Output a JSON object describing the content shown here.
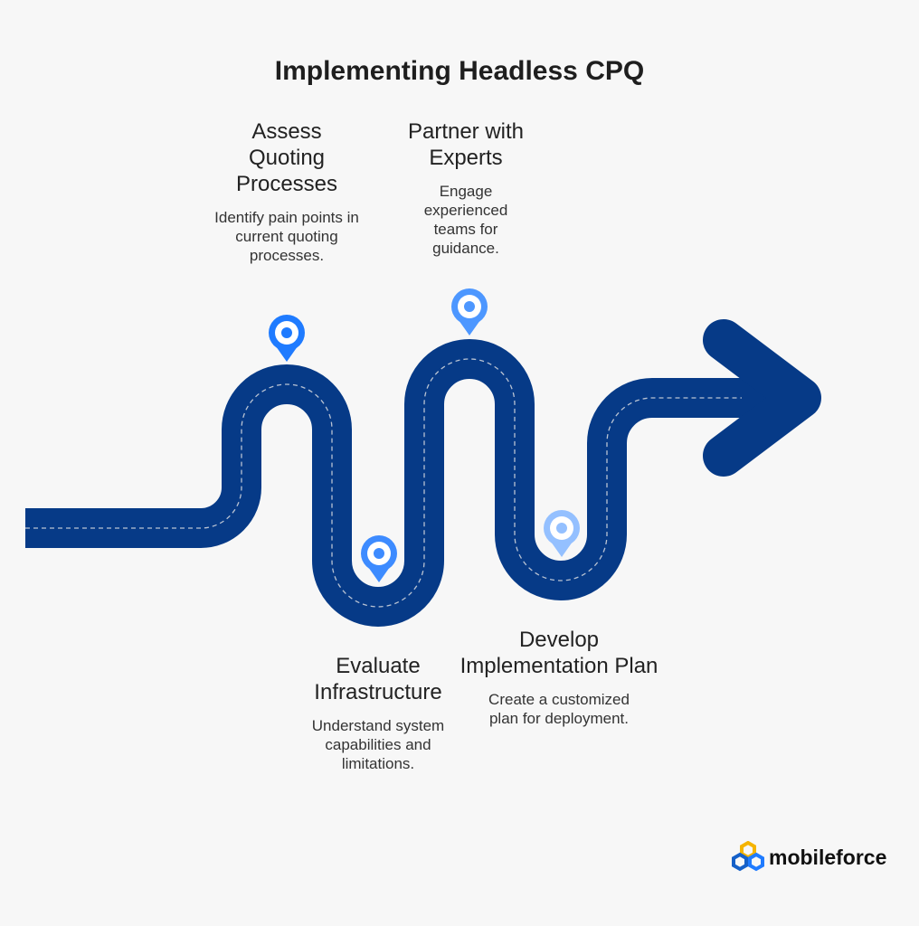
{
  "title": "Implementing Headless CPQ",
  "colors": {
    "road": "#063a87",
    "pin1": "#1f7bff",
    "pin2": "#4d97ff",
    "pin3": "#3d8bff",
    "pin4": "#94c0ff"
  },
  "steps": [
    {
      "heading": "Assess Quoting Processes",
      "text": "Identify pain points in current quoting processes."
    },
    {
      "heading": "Partner with Experts",
      "text": "Engage experienced teams for guidance."
    },
    {
      "heading": "Evaluate Infrastructure",
      "text": "Understand system capabilities and limitations."
    },
    {
      "heading": "Develop Implementation Plan",
      "text": "Create a customized plan for deployment."
    }
  ],
  "logo": {
    "text": "mobileforce"
  }
}
